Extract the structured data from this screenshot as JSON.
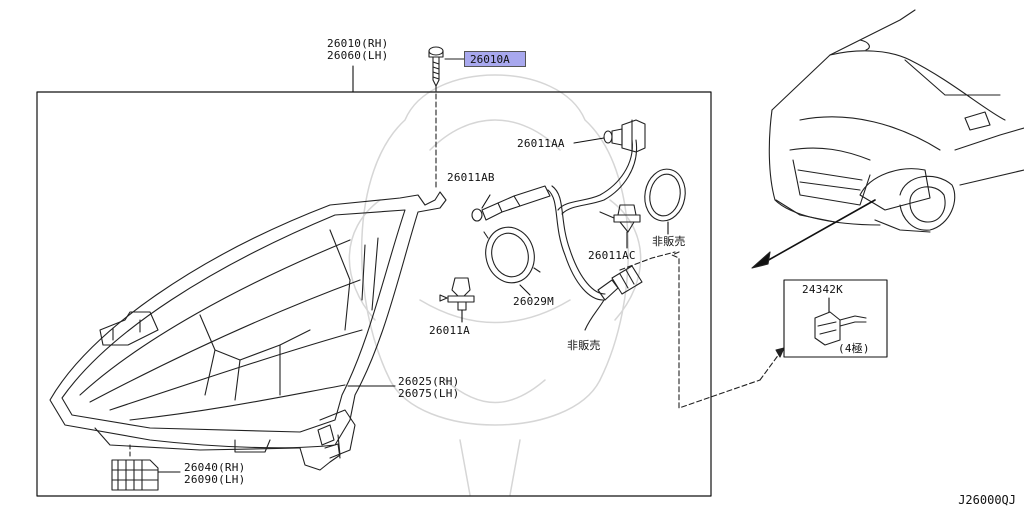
{
  "diagram": {
    "parts": {
      "headlamp_assy": {
        "rh": "26010(RH)",
        "lh": "26060(LH)"
      },
      "screw": "26010A",
      "bulb_socket_aa": "26011AA",
      "bulb_socket_ab": "26011AB",
      "bulb_socket_ac": "26011AC",
      "bulb_a": "26011A",
      "cap": "26029M",
      "housing": {
        "rh": "26025(RH)",
        "lh": "26075(LH)"
      },
      "bracket": {
        "rh": "26040(RH)",
        "lh": "26090(LH)"
      },
      "connector": "24342K",
      "connector_pins": "(4極)",
      "not_sold_1": "非販売",
      "not_sold_2": "非販売"
    },
    "highlighted_part": "26010A",
    "highlight_color": "#a8a8ee",
    "reference": "J26000QJ"
  }
}
